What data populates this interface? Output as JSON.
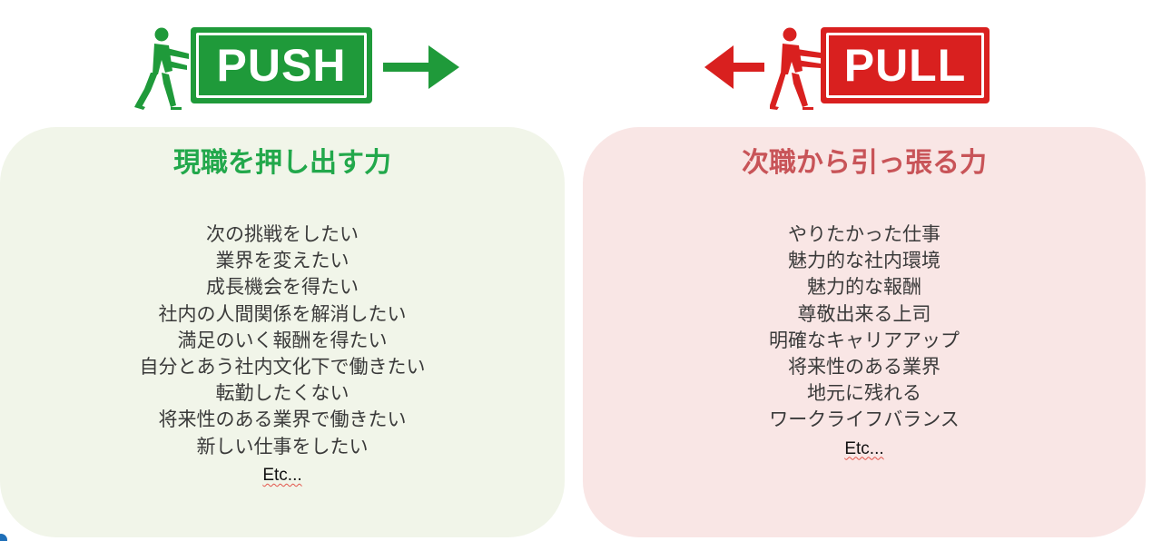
{
  "push": {
    "sign_text": "PUSH",
    "title": "現職を押し出す力",
    "items": [
      "次の挑戦をしたい",
      "業界を変えたい",
      "成長機会を得たい",
      "社内の人間関係を解消したい",
      "満足のいく報酬を得たい",
      "自分とあう社内文化下で働きたい",
      "転勤したくない",
      "将来性のある業界で働きたい",
      "新しい仕事をしたい"
    ],
    "etc": "Etc..."
  },
  "pull": {
    "sign_text": "PULL",
    "title": "次職から引っ張る力",
    "items": [
      "やりたかった仕事",
      "魅力的な社内環境",
      "魅力的な報酬",
      "尊敬出来る上司",
      "明確なキャリアアップ",
      "将来性のある業界",
      "地元に残れる",
      "ワークライフバランス"
    ],
    "etc": "Etc..."
  },
  "colors": {
    "push_sign": "#1f9a3a",
    "pull_sign": "#d9201f",
    "push_title": "#22a84b",
    "pull_title": "#c85458",
    "push_panel": "#f1f5e9",
    "pull_panel": "#f9e6e5"
  },
  "icons": {
    "push_figure": "person-pushing-icon",
    "push_arrow": "arrow-right-icon",
    "pull_figure": "person-pulling-icon",
    "pull_arrow": "arrow-left-icon"
  }
}
